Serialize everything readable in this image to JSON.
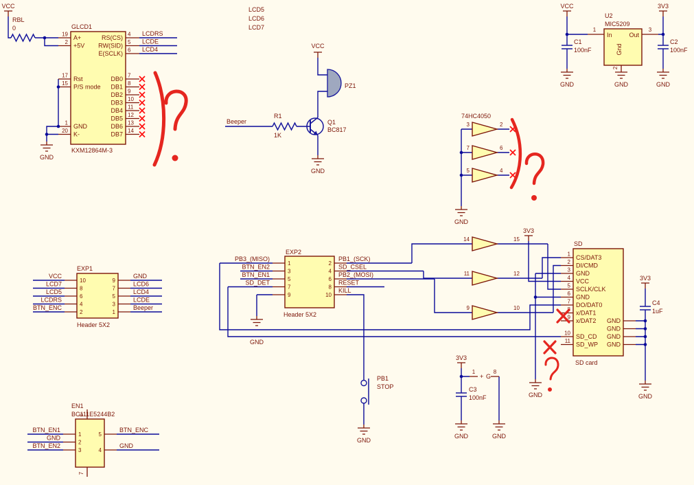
{
  "colors": {
    "background": "#FFFBEE",
    "wire": "#0A0A99",
    "component_outline": "#7C1508",
    "component_fill": "#FFFCB0",
    "symbol_blue": "#16169C",
    "erc_marker_red": "#FF0F0F",
    "annotation_red": "#E5261F"
  },
  "power": {
    "vcc": "VCC",
    "gnd": "GND",
    "v33": "3V3"
  },
  "glcd1": {
    "designator": "GLCD1",
    "comment": "KXM12864M-3",
    "pullup_designator": "RBL",
    "pullup_value": "0",
    "left_pins": [
      {
        "num": "19",
        "name": "A+"
      },
      {
        "num": "2",
        "name": "+5V"
      },
      {
        "num": "17",
        "name": "Rst"
      },
      {
        "num": "15",
        "name": "P/S mode"
      },
      {
        "num": "1",
        "name": "GND"
      },
      {
        "num": "20",
        "name": "K-"
      }
    ],
    "right_pins": [
      {
        "num": "4",
        "name": "RS(CS)"
      },
      {
        "num": "5",
        "name": "RW(SID)"
      },
      {
        "num": "6",
        "name": "E(SCLK)"
      },
      {
        "num": "7",
        "name": "DB0"
      },
      {
        "num": "8",
        "name": "DB1"
      },
      {
        "num": "9",
        "name": "DB2"
      },
      {
        "num": "10",
        "name": "DB3"
      },
      {
        "num": "11",
        "name": "DB4"
      },
      {
        "num": "12",
        "name": "DB5"
      },
      {
        "num": "13",
        "name": "DB6"
      },
      {
        "num": "14",
        "name": "DB7"
      }
    ],
    "net_labels": [
      "LCDRS",
      "LCDE",
      "LCD4"
    ]
  },
  "floating_nets": [
    "LCD5",
    "LCD6",
    "LCD7"
  ],
  "beeper": {
    "net": "Beeper",
    "r_designator": "R1",
    "r_value": "1K",
    "q_designator": "Q1",
    "q_part": "BC817",
    "piezo": "PZ1"
  },
  "buffer": {
    "part": "74HC4050",
    "spare": [
      {
        "in": "3",
        "out": "2"
      },
      {
        "in": "7",
        "out": "6"
      },
      {
        "in": "5",
        "out": "4"
      }
    ],
    "used": [
      {
        "in": "14",
        "out": "15"
      },
      {
        "in": "11",
        "out": "12"
      },
      {
        "in": "9",
        "out": "10"
      }
    ],
    "pwr_pin1": "1",
    "pwr_name1": "+",
    "pwr_name8": "G",
    "pwr_pin8": "8",
    "c3_designator": "C3",
    "c3_value": "100nF"
  },
  "regulator": {
    "designator": "U2",
    "part": "MIC5209",
    "in_num": "1",
    "in_name": "In",
    "out_num": "3",
    "out_name": "Out",
    "gnd_num": "2",
    "gnd_name": "Gnd",
    "c1_designator": "C1",
    "c1_value": "100nF",
    "c2_designator": "C2",
    "c2_value": "100nF"
  },
  "exp1": {
    "designator": "EXP1",
    "comment": "Header 5X2",
    "rows": [
      {
        "lnum": "10",
        "lnet": "VCC",
        "rnum": "9",
        "rnet": "GND"
      },
      {
        "lnum": "8",
        "lnet": "LCD7",
        "rnum": "7",
        "rnet": "LCD6"
      },
      {
        "lnum": "6",
        "lnet": "LCD5",
        "rnum": "5",
        "rnet": "LCD4"
      },
      {
        "lnum": "4",
        "lnet": "LCDRS",
        "rnum": "3",
        "rnet": "LCDE"
      },
      {
        "lnum": "2",
        "lnet": "BTN_ENC",
        "rnum": "1",
        "rnet": "Beeper"
      }
    ]
  },
  "exp2": {
    "designator": "EXP2",
    "comment": "Header 5X2",
    "rows": [
      {
        "lnum": "1",
        "lnet": "PB3_(MISO)",
        "rnum": "2",
        "rnet": "PB1_(SCK)"
      },
      {
        "lnum": "3",
        "lnet": "BTN_EN2",
        "rnum": "4",
        "rnet": "SD_CSEL"
      },
      {
        "lnum": "5",
        "lnet": "BTN_EN1",
        "rnum": "6",
        "rnet": "PB2_(MOSI)"
      },
      {
        "lnum": "7",
        "lnet": "SD_DET",
        "rnum": "8",
        "rnet": "RESET"
      },
      {
        "lnum": "9",
        "lnet": "",
        "rnum": "10",
        "rnet": "KILL"
      }
    ]
  },
  "sd": {
    "designator": "SD",
    "comment": "SD card",
    "pins": [
      {
        "num": "1",
        "name": "CS/DAT3"
      },
      {
        "num": "2",
        "name": "DI/CMD"
      },
      {
        "num": "3",
        "name": "GND"
      },
      {
        "num": "4",
        "name": "VCC"
      },
      {
        "num": "5",
        "name": "SCLK/CLK"
      },
      {
        "num": "6",
        "name": "GND"
      },
      {
        "num": "7",
        "name": "DO/DAT0"
      },
      {
        "num": "8",
        "name": "x/DAT1"
      },
      {
        "num": "9",
        "name": "x/DAT2"
      },
      {
        "num": "10",
        "name": "SD_CD"
      },
      {
        "num": "11",
        "name": "SD_WP"
      }
    ],
    "right_gnd": [
      "GND",
      "GND",
      "GND",
      "GND"
    ],
    "c4_designator": "C4",
    "c4_value": "1uF"
  },
  "pb1": {
    "designator": "PB1",
    "comment": "STOP"
  },
  "encoder": {
    "designator": "EN1",
    "part": "BC111E5244B2",
    "left": [
      {
        "num": "1",
        "net": "BTN_EN1"
      },
      {
        "num": "2",
        "net": "GND"
      },
      {
        "num": "3",
        "net": "BTN_EN2"
      }
    ],
    "right": [
      {
        "num": "5",
        "net": "BTN_ENC"
      },
      {
        "num": "4",
        "net": "GND"
      }
    ],
    "top_num": "6",
    "bottom_num": "7"
  },
  "annotations": [
    {
      "mark": "paren-question",
      "near": "GLCD1 data bus pins"
    },
    {
      "mark": "paren-question",
      "near": "74HC4050 spare outputs"
    },
    {
      "mark": "x-x-question",
      "near": "SD DAT1/DAT2 and SD_WP pins"
    }
  ]
}
